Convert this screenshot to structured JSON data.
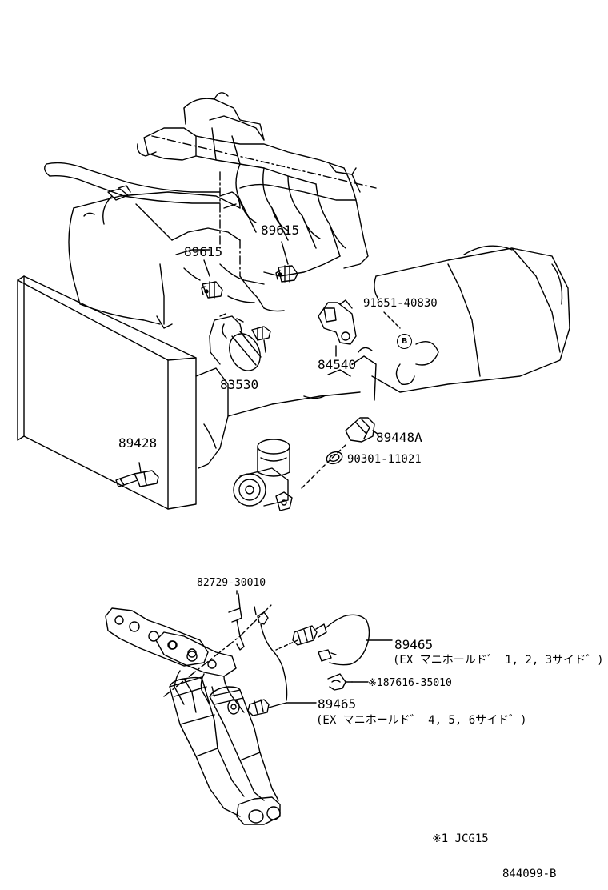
{
  "labels": {
    "p89615_a": "89615",
    "p89615_b": "89615",
    "p91651": "91651-40830",
    "circle_b": "B",
    "p84540": "84540",
    "p83530": "83530",
    "p89428": "89428",
    "p89448A": "89448A",
    "p90301": "90301-11021",
    "p82729": "82729-30010",
    "p89465_a": "89465",
    "p89465_a_note": "(EX マニホールド゛ 1, 2, 3サイド゛)",
    "p87616": "※187616-35010",
    "p89465_b": "89465",
    "p89465_b_note": "(EX マニホールド゛ 4, 5, 6サイド゛)",
    "footnote": "※1 JCG15",
    "diagram_id": "844099-B"
  }
}
